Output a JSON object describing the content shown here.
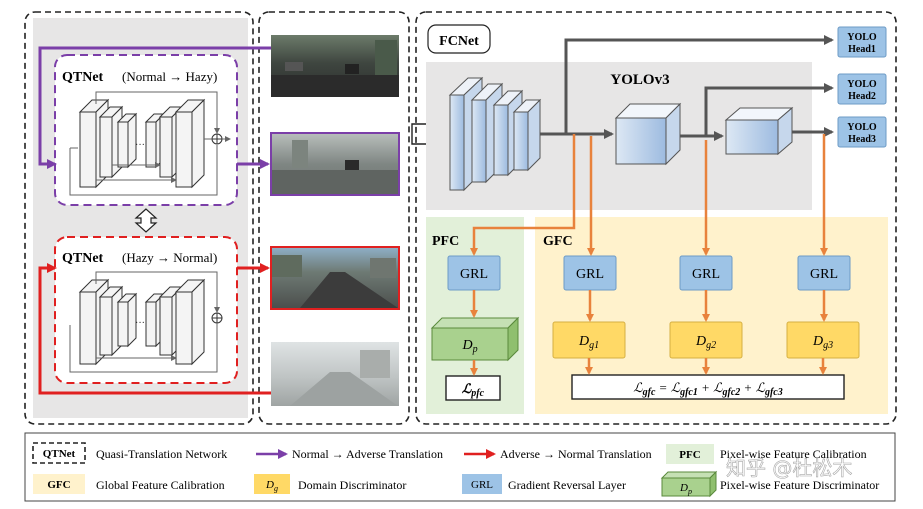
{
  "qtnet_top": {
    "title": "QTNet",
    "direction": "(Normal → Hazy)"
  },
  "qtnet_bottom": {
    "title": "QTNet",
    "direction": "(Hazy → Normal)"
  },
  "fcnet": {
    "title": "FCNet",
    "backbone": "YOLOv3"
  },
  "heads": [
    "YOLO Head1",
    "YOLO Head2",
    "YOLO Head3"
  ],
  "pfc": {
    "label": "PFC",
    "grl": "GRL",
    "disc": "D_p",
    "loss": "ℒ_pfc"
  },
  "gfc": {
    "label": "GFC",
    "grl": [
      "GRL",
      "GRL",
      "GRL"
    ],
    "disc": [
      "D_g1",
      "D_g2",
      "D_g3"
    ],
    "loss_equation": "ℒgfc = ℒgfc1 + ℒgfc2 + ℒgfc3"
  },
  "legend": {
    "qtnet_swatch": "QTNet",
    "qtnet_desc": "Quasi-Translation Network",
    "normal_to_adverse": "Normal → Adverse Translation",
    "adverse_to_normal": "Adverse → Normal Translation",
    "pfc_swatch": "PFC",
    "pfc_desc": "Pixel-wise Feature Calibration",
    "gfc_swatch": "GFC",
    "gfc_desc": "Global Feature Calibration",
    "dg_swatch": "D_g",
    "dg_desc": "Domain Discriminator",
    "grl_swatch": "GRL",
    "grl_desc": "Gradient Reversal Layer",
    "dp_swatch": "D_p",
    "dp_desc": "Pixel-wise Feature Discriminator"
  },
  "watermark": "知乎 @杜松木",
  "colors": {
    "purple": "#7b3fa8",
    "red": "#e02020",
    "orange": "#e8823c",
    "grl_blue": "#9dc3e6",
    "disc_yellow": "#ffd966",
    "disc_green": "#a9d18e",
    "pfc_bg": "#e2f0d9",
    "gfc_bg": "#fff2cc",
    "gray_panel": "#e7e6e6",
    "head_blue": "#9dc3e6"
  }
}
